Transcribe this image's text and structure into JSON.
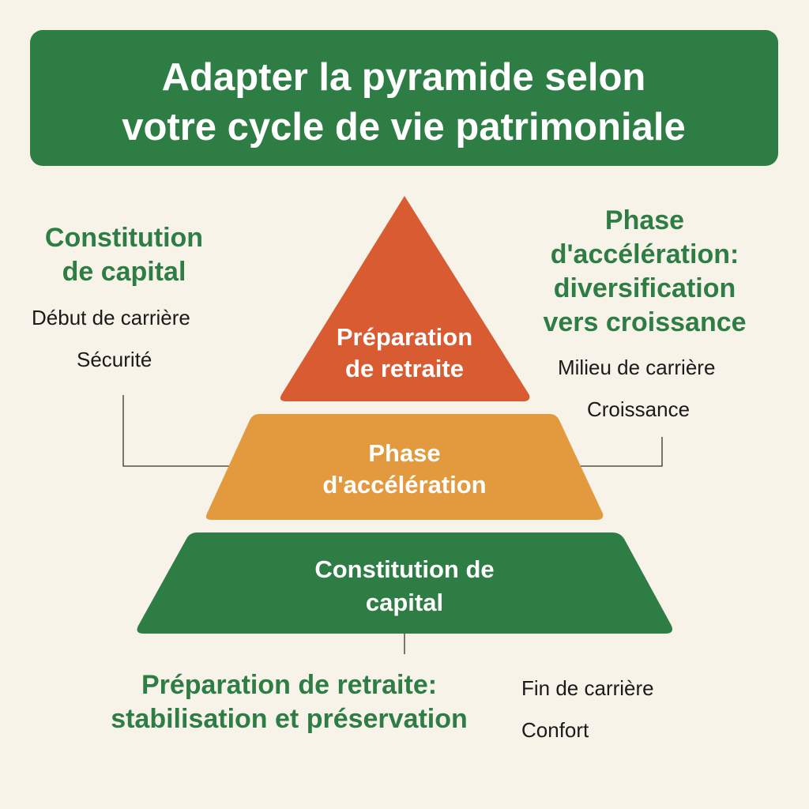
{
  "title": {
    "line1": "Adapter la pyramide selon",
    "line2": "votre cycle de vie patrimoniale"
  },
  "pyramid": {
    "top": {
      "line1": "Préparation",
      "line2": "de retraite"
    },
    "middle": {
      "line1": "Phase",
      "line2": "d'accélération"
    },
    "bottom": {
      "line1": "Constitution de",
      "line2": "capital"
    }
  },
  "left_annotation": {
    "title1": "Constitution",
    "title2": "de capital",
    "detail1": "Début de carrière",
    "detail2": "Sécurité"
  },
  "right_annotation": {
    "title1": "Phase",
    "title2": "d'accélération:",
    "title3": "diversification",
    "title4": "vers croissance",
    "detail1": "Milieu de carrière",
    "detail2": "Croissance"
  },
  "bottom_annotation": {
    "title1": "Préparation de retraite:",
    "title2": "stabilisation et préservation",
    "detail1": "Fin de carrière",
    "detail2": "Confort"
  },
  "colors": {
    "green": "#2e7d45",
    "red_orange": "#d95b32",
    "orange": "#e39a3e",
    "background": "#f8f3e9"
  }
}
